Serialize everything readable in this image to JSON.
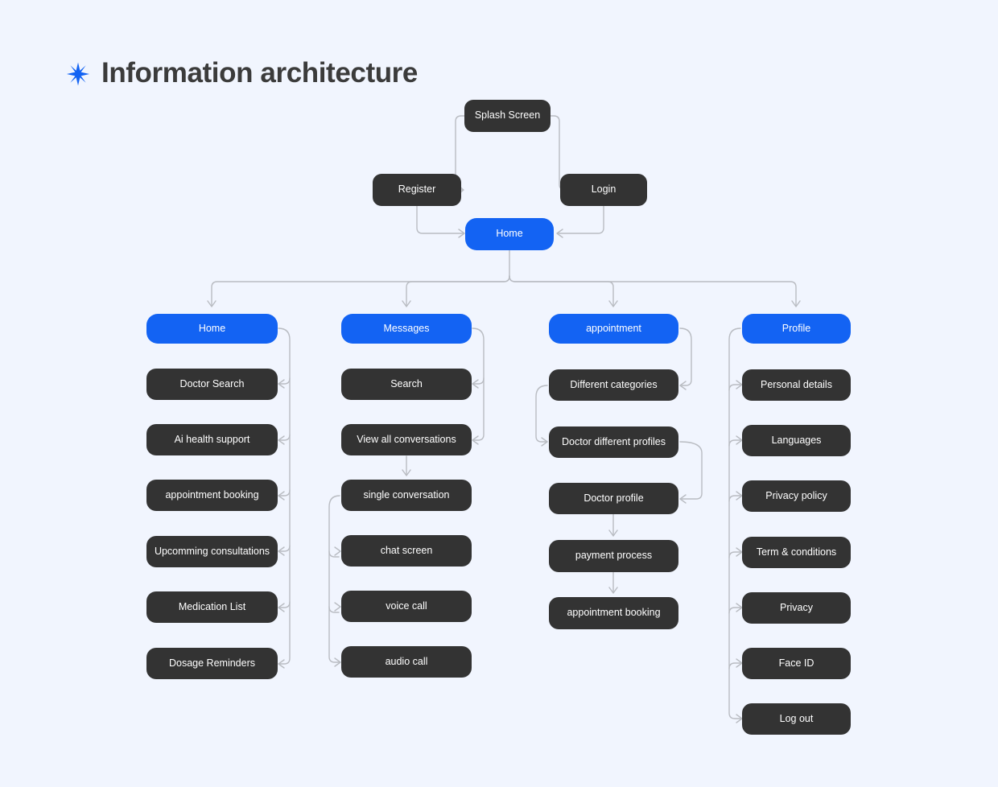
{
  "header": {
    "title": "Information architecture",
    "icon": "sparkle-star-icon"
  },
  "colors": {
    "background": "#f1f5fe",
    "node_dark": "#333333",
    "node_accent": "#1363f3",
    "connector": "#b9bcc2",
    "title_text": "#3b3b3b",
    "node_text": "#ffffff"
  },
  "diagram": {
    "type": "information-architecture-tree",
    "entry_flow": [
      {
        "id": "splash",
        "label": "Splash Screen",
        "style": "dark"
      },
      {
        "id": "register",
        "label": "Register",
        "style": "dark"
      },
      {
        "id": "login",
        "label": "Login",
        "style": "dark"
      },
      {
        "id": "home-root",
        "label": "Home",
        "style": "accent"
      }
    ],
    "entry_edges": [
      {
        "from": "splash",
        "to": "register"
      },
      {
        "from": "splash",
        "to": "login"
      },
      {
        "from": "register",
        "to": "home-root"
      },
      {
        "from": "login",
        "to": "home-root"
      }
    ],
    "columns": [
      {
        "id": "col-home",
        "header": {
          "label": "Home",
          "style": "accent"
        },
        "children": [
          {
            "label": "Doctor Search"
          },
          {
            "label": "Ai health support"
          },
          {
            "label": "appointment booking"
          },
          {
            "label": "Upcomming consultations"
          },
          {
            "label": "Medication List"
          },
          {
            "label": "Dosage Reminders"
          }
        ]
      },
      {
        "id": "col-messages",
        "header": {
          "label": "Messages",
          "style": "accent"
        },
        "children": [
          {
            "label": "Search"
          },
          {
            "label": "View all conversations"
          },
          {
            "label": "single conversation"
          },
          {
            "label": "chat screen"
          },
          {
            "label": "voice call"
          },
          {
            "label": "audio call"
          }
        ]
      },
      {
        "id": "col-appointment",
        "header": {
          "label": "appointment",
          "style": "accent"
        },
        "children": [
          {
            "label": "Different categories"
          },
          {
            "label": "Doctor different profiles"
          },
          {
            "label": "Doctor profile"
          },
          {
            "label": "payment process"
          },
          {
            "label": "appointment booking"
          }
        ]
      },
      {
        "id": "col-profile",
        "header": {
          "label": "Profile",
          "style": "accent"
        },
        "children": [
          {
            "label": "Personal details"
          },
          {
            "label": "Languages"
          },
          {
            "label": "Privacy policy"
          },
          {
            "label": "Term & conditions"
          },
          {
            "label": "Privacy"
          },
          {
            "label": "Face ID"
          },
          {
            "label": "Log out"
          }
        ]
      }
    ]
  }
}
